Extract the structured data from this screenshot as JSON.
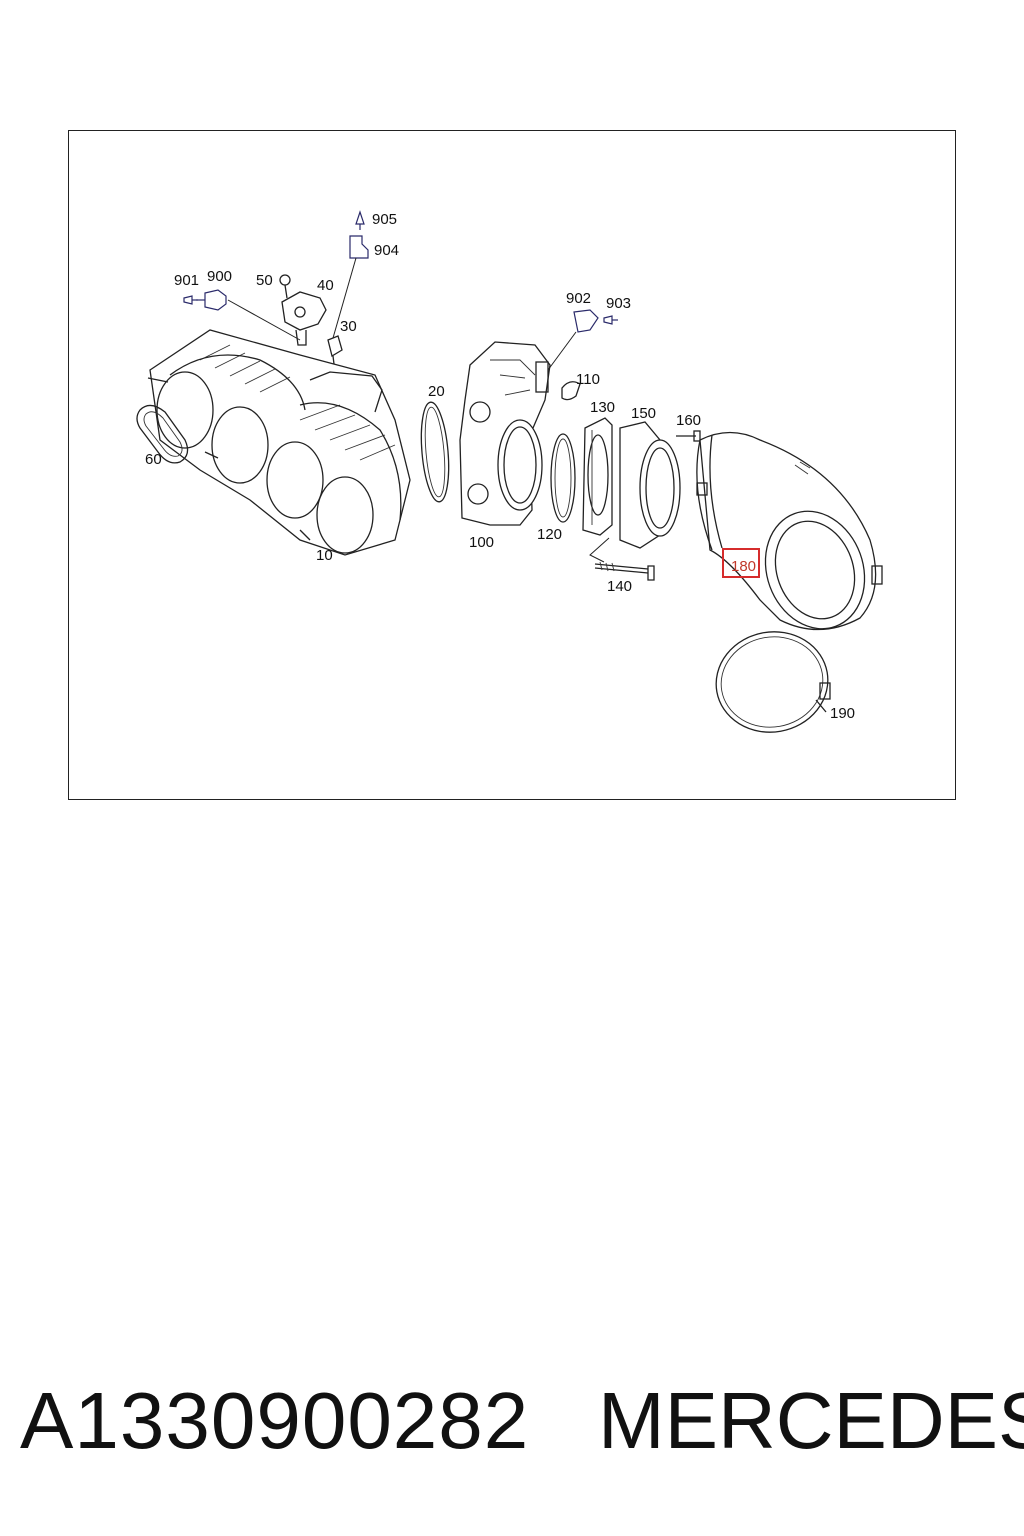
{
  "callouts": {
    "c10": "10",
    "c20": "20",
    "c30": "30",
    "c40": "40",
    "c50": "50",
    "c60": "60",
    "c100": "100",
    "c110": "110",
    "c120": "120",
    "c130": "130",
    "c140": "140",
    "c150": "150",
    "c160": "160",
    "c180": "180",
    "c190": "190",
    "c900": "900",
    "c901": "901",
    "c902": "902",
    "c903": "903",
    "c904": "904",
    "c905": "905"
  },
  "highlight": {
    "callout": "180",
    "color": "#d62c2c"
  },
  "footer": {
    "part_number": "A1330900282",
    "brand": "MERCEDES"
  }
}
